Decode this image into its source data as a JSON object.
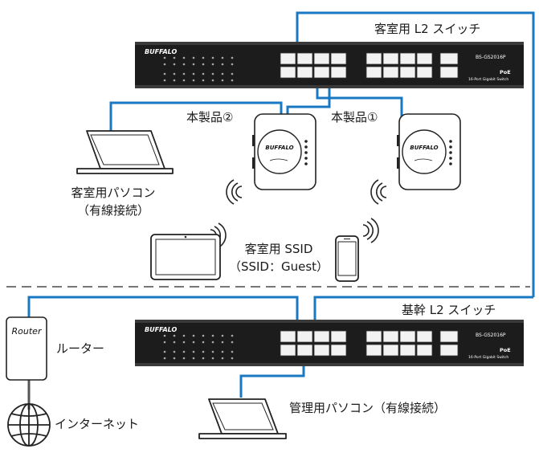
{
  "labels": {
    "guest_switch": "客室用 L2 スイッチ",
    "ap2": "本製品②",
    "ap1": "本製品①",
    "guest_pc_line1": "客室用パソコン",
    "guest_pc_line2": "（有線接続）",
    "guest_ssid_line1": "客室用 SSID",
    "guest_ssid_line2": "（SSID：Guest）",
    "core_switch": "基幹 L2 スイッチ",
    "router_box": "Router",
    "router": "ルーター",
    "internet": "インターネット",
    "admin_pc": "管理用パソコン（有線接続）"
  },
  "devices": {
    "switch_brand": "BUFFALO",
    "switch_model": "BS-GS2016P",
    "switch_poe": "PoE",
    "switch_desc": "16-Port Gigabit Switch",
    "ap_brand": "BUFFALO"
  },
  "colors": {
    "cable": "#1a78c2",
    "switch_body": "#1c1c1c",
    "port": "#f2f2f2",
    "divider": "#777777"
  }
}
